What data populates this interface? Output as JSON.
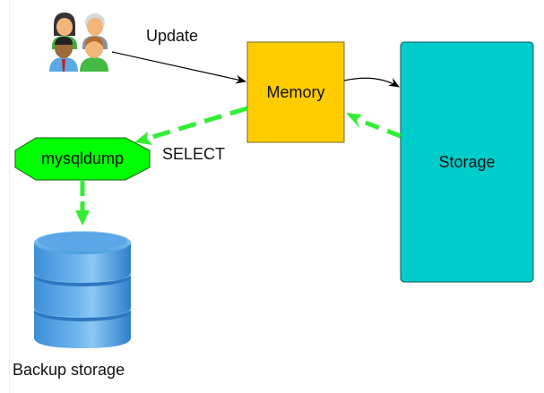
{
  "diagram": {
    "nodes": {
      "users": {
        "label": "",
        "icon": "users-group-icon"
      },
      "memory": {
        "label": "Memory",
        "color": "#FFCC00"
      },
      "storage": {
        "label": "Storage",
        "color": "#00CCCC"
      },
      "mysqldump": {
        "label": "mysqldump",
        "color": "#00FF00"
      },
      "backup": {
        "label": "Backup storage",
        "icon": "database-icon",
        "color": "#4A9FE0"
      }
    },
    "edges": [
      {
        "from": "users",
        "to": "memory",
        "label": "Update",
        "style": "solid",
        "color": "#000000"
      },
      {
        "from": "memory",
        "to": "storage",
        "label": "",
        "style": "solid",
        "color": "#000000"
      },
      {
        "from": "storage",
        "to": "memory",
        "label": "",
        "style": "dashed",
        "color": "#33EE33"
      },
      {
        "from": "memory",
        "to": "mysqldump",
        "label": "SELECT",
        "style": "dashed",
        "color": "#33EE33"
      },
      {
        "from": "mysqldump",
        "to": "backup",
        "label": "",
        "style": "dashed",
        "color": "#33EE33"
      }
    ]
  }
}
